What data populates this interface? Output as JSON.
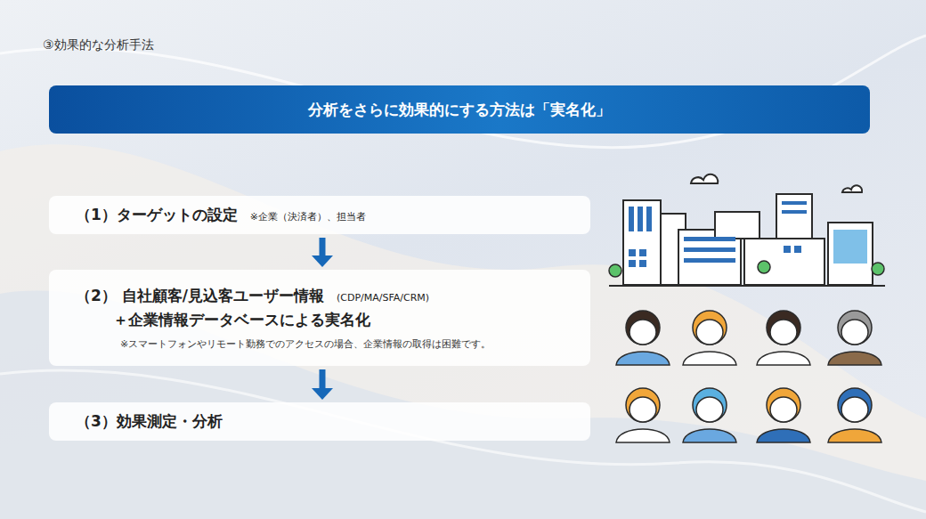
{
  "diagram": {
    "title": "③効果的な分析手法",
    "nodes": [
      {
        "text": [
          "分析をさらに効果的にする方法は「実名化」"
        ]
      },
      {
        "text": [
          "（1）ターゲットの設定",
          "※企業（決済者）、担当者"
        ]
      },
      {
        "text": [
          "（2） 自社顧客/見込客ユーザー情報",
          "(CDP/MA/SFA/CRM)",
          "＋企業情報データベースによる実名化",
          "※スマートフォンやリモート勤務でのアクセスの場合、企業情報の取得は困難です。"
        ]
      },
      {
        "text": [
          "（3）効果測定・分析"
        ]
      }
    ],
    "edges": [
      {
        "from": 1,
        "to": 2,
        "arrow": "to"
      },
      {
        "from": 2,
        "to": 3,
        "arrow": "to"
      }
    ]
  }
}
